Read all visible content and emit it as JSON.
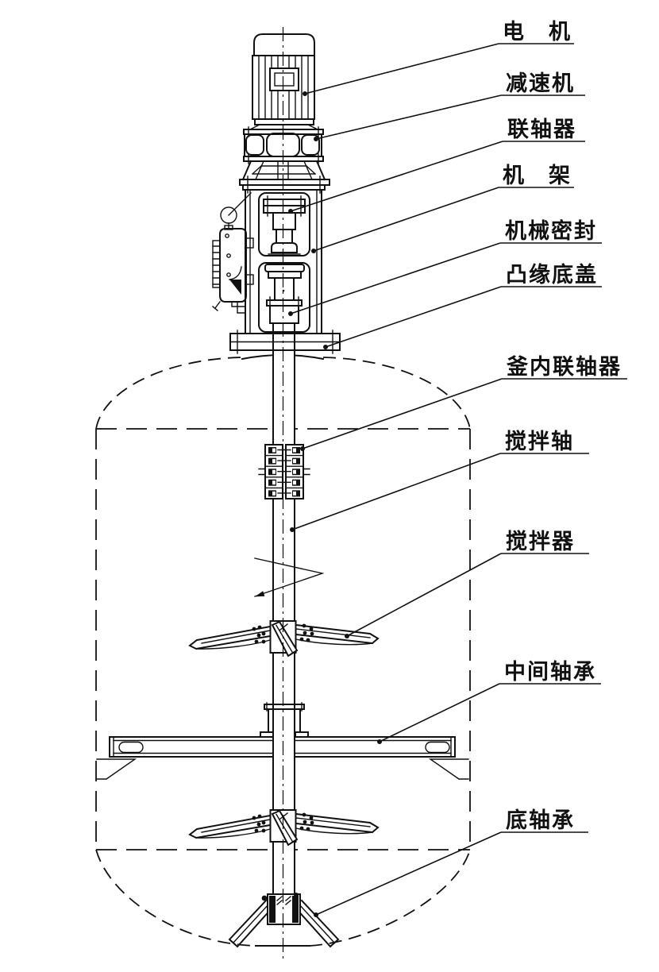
{
  "figure": {
    "kind": "mechanical-assembly-drawing",
    "colors": {
      "line": "#111111",
      "background": "#ffffff"
    }
  },
  "labels": [
    {
      "id": "motor",
      "text": "电　机"
    },
    {
      "id": "reducer",
      "text": "减速机"
    },
    {
      "id": "coupling",
      "text": "联轴器"
    },
    {
      "id": "frame",
      "text": "机　架"
    },
    {
      "id": "mechanical-seal",
      "text": "机械密封"
    },
    {
      "id": "flange-bottom-cover",
      "text": "凸缘底盖"
    },
    {
      "id": "in-vessel-coupling",
      "text": "釜内联轴器"
    },
    {
      "id": "agitator-shaft",
      "text": "搅拌轴"
    },
    {
      "id": "agitator",
      "text": "搅拌器"
    },
    {
      "id": "intermediate-bearing",
      "text": "中间轴承"
    },
    {
      "id": "bottom-bearing",
      "text": "底轴承"
    }
  ]
}
